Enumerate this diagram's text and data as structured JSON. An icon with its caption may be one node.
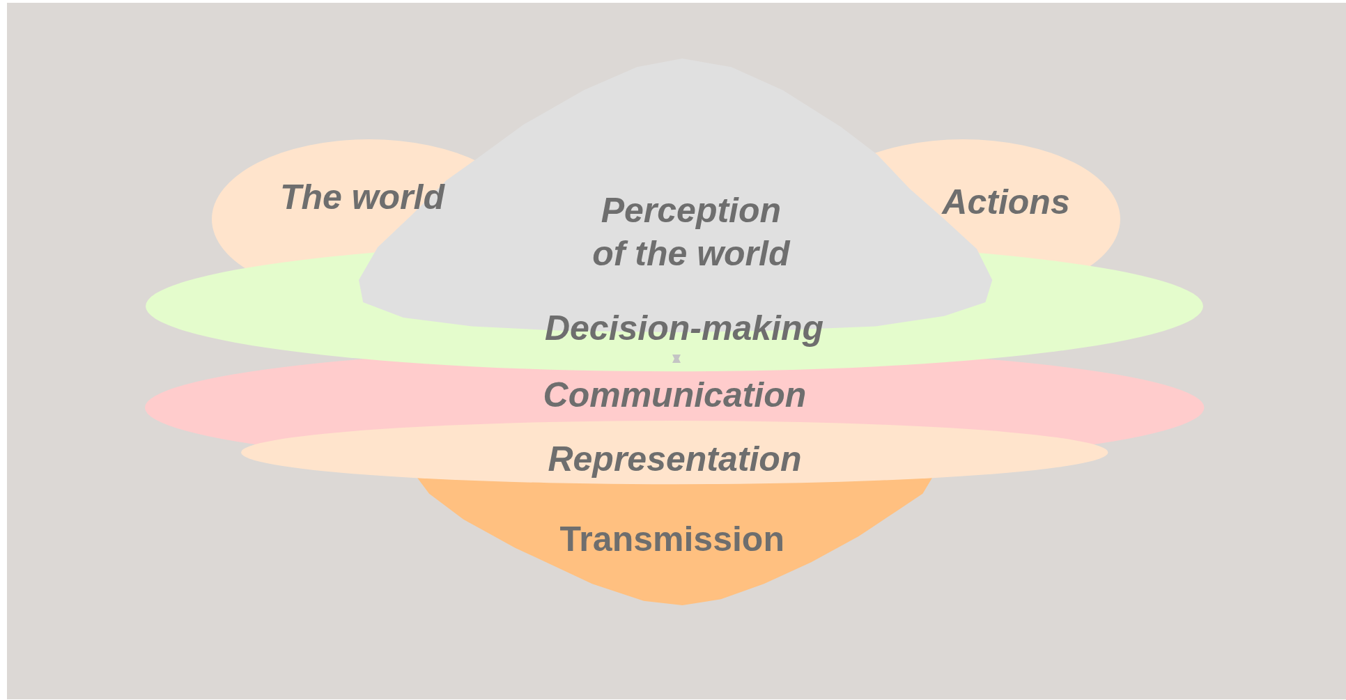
{
  "diagram": {
    "nodes": [
      {
        "text": [
          "The world"
        ]
      },
      {
        "text": [
          "Perception of the world"
        ]
      },
      {
        "text": [
          "Actions"
        ]
      },
      {
        "text": [
          "Decision-making"
        ]
      },
      {
        "text": [
          "Communication"
        ]
      },
      {
        "text": [
          "Representation"
        ]
      },
      {
        "text": [
          "Transmission"
        ]
      }
    ]
  }
}
